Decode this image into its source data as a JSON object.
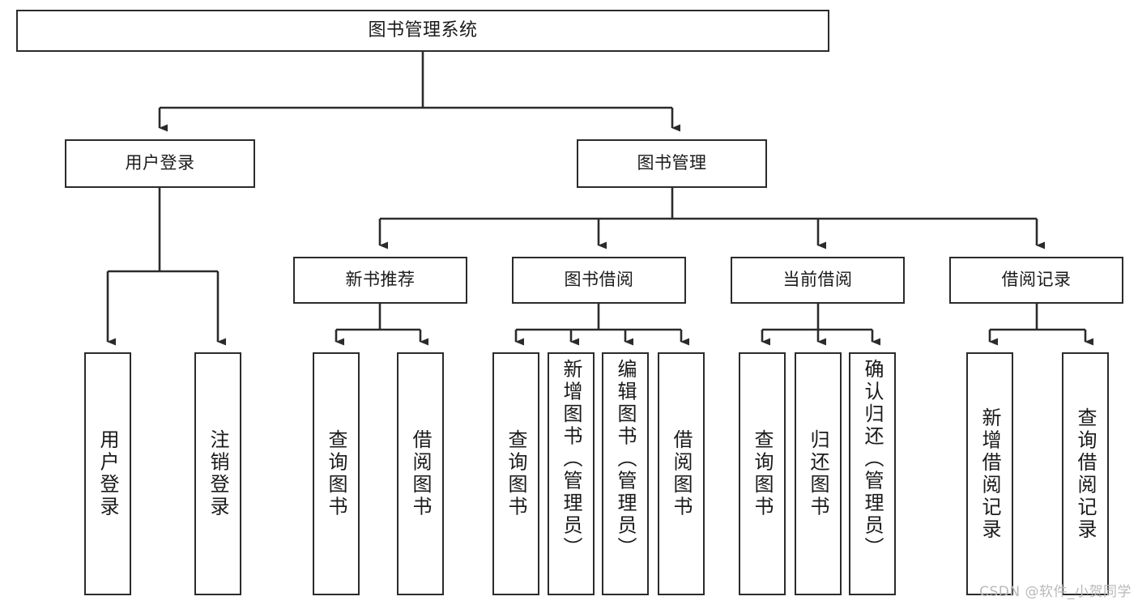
{
  "diagram": {
    "type": "tree",
    "title": "图书管理系统",
    "root": {
      "id": "root",
      "label": "图书管理系统"
    },
    "level2": [
      {
        "id": "user-login",
        "label": "用户登录"
      },
      {
        "id": "book-manage",
        "label": "图书管理"
      }
    ],
    "level3": [
      {
        "id": "new-book-rec",
        "label": "新书推荐"
      },
      {
        "id": "book-borrow",
        "label": "图书借阅"
      },
      {
        "id": "current-borrow",
        "label": "当前借阅"
      },
      {
        "id": "borrow-record",
        "label": "借阅记录"
      }
    ],
    "leaves": [
      {
        "id": "leaf-user-login",
        "label": "用户登录",
        "parent": "user-login"
      },
      {
        "id": "leaf-user-logout",
        "label": "注销登录",
        "parent": "user-login"
      },
      {
        "id": "leaf-query-book-1",
        "label": "查询图书",
        "parent": "new-book-rec"
      },
      {
        "id": "leaf-borrow-book-1",
        "label": "借阅图书",
        "parent": "new-book-rec"
      },
      {
        "id": "leaf-query-book-2",
        "label": "查询图书",
        "parent": "book-borrow"
      },
      {
        "id": "leaf-add-book",
        "label": "新增图书（管理员）",
        "parent": "book-borrow"
      },
      {
        "id": "leaf-edit-book",
        "label": "编辑图书（管理员）",
        "parent": "book-borrow"
      },
      {
        "id": "leaf-borrow-book-2",
        "label": "借阅图书",
        "parent": "book-borrow"
      },
      {
        "id": "leaf-query-book-3",
        "label": "查询图书",
        "parent": "current-borrow"
      },
      {
        "id": "leaf-return-book",
        "label": "归还图书",
        "parent": "current-borrow"
      },
      {
        "id": "leaf-confirm-return",
        "label": "确认归还（管理员）",
        "parent": "current-borrow"
      },
      {
        "id": "leaf-add-record",
        "label": "新增借阅记录",
        "parent": "borrow-record"
      },
      {
        "id": "leaf-query-record",
        "label": "查询借阅记录",
        "parent": "borrow-record"
      }
    ],
    "colors": {
      "box_border": "#2b2b2b",
      "box_fill": "#ffffff",
      "connector": "#2b2b2b",
      "text": "#1a1a1a",
      "watermark": "#b9b9b9",
      "background": "#ffffff"
    }
  },
  "watermark": {
    "text": "CSDN @软件_小贺同学"
  }
}
